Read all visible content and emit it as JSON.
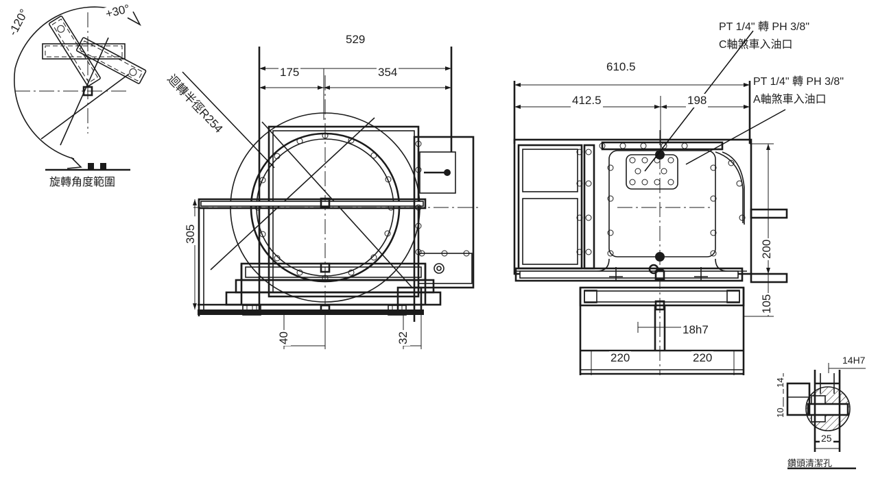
{
  "drawing": {
    "title": "Mechanical assembly technical drawing",
    "line_color": "#1b1b1b",
    "background": "#ffffff"
  },
  "views": {
    "rotation_detail": {
      "name": "rotation-range-detail",
      "caption": "旋轉角度範圍",
      "angle_max": "+30°",
      "angle_min": "-120°"
    },
    "front_view": {
      "name": "front-view",
      "dimensions": {
        "overall_width": "529",
        "left_segment": "175",
        "right_segment": "354",
        "height_left": "305",
        "bottom_left": "40",
        "bottom_right": "32"
      },
      "radius_label": "迴轉半徑R254"
    },
    "side_view": {
      "name": "side-view",
      "dimensions": {
        "overall_width": "610.5",
        "left_segment": "412.5",
        "right_segment": "198",
        "height_upper": "200",
        "height_lower": "105",
        "shaft_fit": "18h7",
        "base_left": "220",
        "base_right": "220"
      },
      "callouts": [
        {
          "line1": "PT 1/4\" 轉 PH 3/8\"",
          "line2": "C軸煞車入油口"
        },
        {
          "line1": "PT 1/4\" 轉 PH 3/8\"",
          "line2": "A軸煞車入油口"
        }
      ]
    },
    "key_detail": {
      "name": "key-detail-view",
      "caption": "鑽頭清潔孔",
      "bore_fit": "14H7",
      "height": "25",
      "width_top": "14",
      "width_bottom": "10"
    }
  }
}
